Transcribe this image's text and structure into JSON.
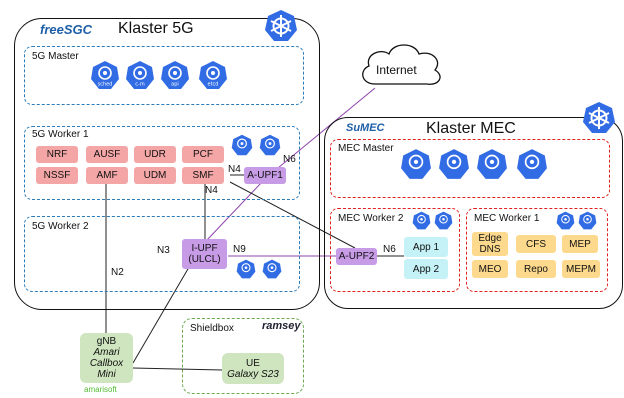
{
  "diagram": {
    "cluster_5g": {
      "brand_logo": "freeSGC",
      "title": "Klaster 5G",
      "master": {
        "title": "5G Master",
        "pods": [
          "sched",
          "c-m",
          "api",
          "etcd"
        ]
      },
      "worker1": {
        "title": "5G Worker 1",
        "nfs": [
          "NRF",
          "AUSF",
          "UDR",
          "PCF",
          "NSSF",
          "AMF",
          "UDM",
          "SMF"
        ],
        "aupf": "A-UPF1"
      },
      "worker2": {
        "title": "5G Worker 2",
        "iupf_line1": "I-UPF",
        "iupf_line2": "(ULCL)"
      }
    },
    "cluster_mec": {
      "brand_logo": "SuMEC",
      "title": "Klaster MEC",
      "master": {
        "title": "MEC Master"
      },
      "worker2": {
        "title": "MEC Worker 2",
        "apps": [
          "App 1",
          "App 2"
        ],
        "aupf": "A-UPF2"
      },
      "worker1": {
        "title": "MEC Worker 1",
        "services": [
          "Edge DNS",
          "CFS",
          "MEP",
          "MEO",
          "Repo",
          "MEPM"
        ]
      }
    },
    "internet": "Internet",
    "shieldbox": {
      "title": "Shieldbox",
      "logo": "ramsey",
      "ue_line1": "UE",
      "ue_line2": "Galaxy S23"
    },
    "gnb": {
      "line1": "gNB",
      "line2": "Amari",
      "line3": "Callbox",
      "line4": "Mini",
      "vendor": "amarisoft"
    },
    "interfaces": {
      "n2": "N2",
      "n3": "N3",
      "n4_a": "N4",
      "n4_b": "N4",
      "n6_a": "N6",
      "n6_b": "N6",
      "n9": "N9"
    },
    "colors": {
      "k8s_blue": "#326ce5",
      "nf_red": "#f4a6a6",
      "upf_violet": "#c79be6",
      "app_cyan": "#c4f2f6",
      "mec_yellow": "#fcd98c",
      "gnb_green": "#cfe5bf",
      "dashed_blue": "#2b7bb9",
      "dashed_red": "#e02020",
      "dashed_green": "#6aa84f",
      "link_purple": "#8e44ad"
    }
  }
}
